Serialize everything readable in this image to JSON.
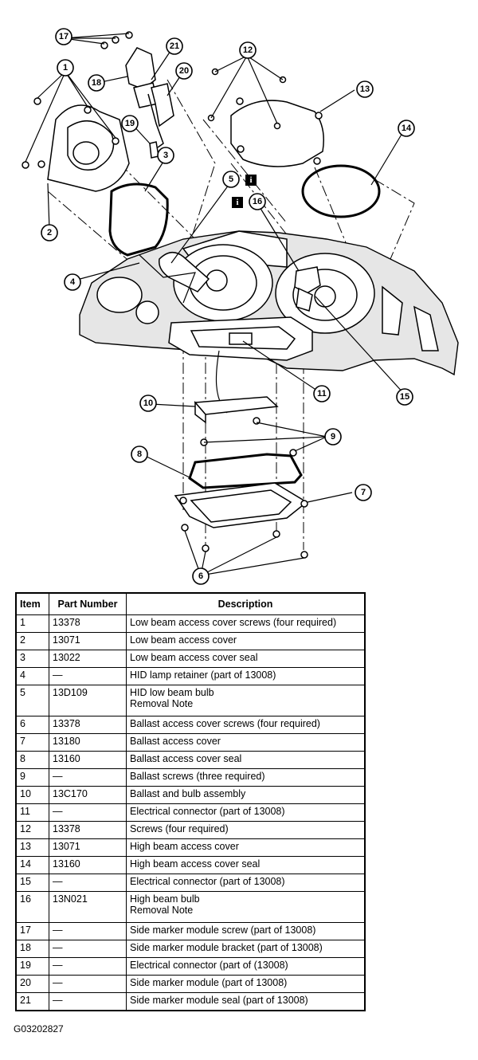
{
  "figure_id": "G03202827",
  "callouts": {
    "n1": "1",
    "n2": "2",
    "n3": "3",
    "n4": "4",
    "n5": "5",
    "n6": "6",
    "n7": "7",
    "n8": "8",
    "n9": "9",
    "n10": "10",
    "n11": "11",
    "n12": "12",
    "n13": "13",
    "n14": "14",
    "n15": "15",
    "n16": "16",
    "n17": "17",
    "n18": "18",
    "n19": "19",
    "n20": "20",
    "n21": "21"
  },
  "info_icon_glyph": "i",
  "table": {
    "headers": {
      "item": "Item",
      "part": "Part Number",
      "desc": "Description"
    },
    "rows": [
      {
        "item": "1",
        "part": "13378",
        "desc": "Low beam access cover screws (four required)",
        "desc2": ""
      },
      {
        "item": "2",
        "part": "13071",
        "desc": "Low beam access cover",
        "desc2": ""
      },
      {
        "item": "3",
        "part": "13022",
        "desc": "Low beam access cover seal",
        "desc2": ""
      },
      {
        "item": "4",
        "part": "—",
        "desc": "HID lamp retainer (part of 13008)",
        "desc2": ""
      },
      {
        "item": "5",
        "part": "13D109",
        "desc": "HID low beam bulb",
        "desc2": "Removal Note"
      },
      {
        "item": "6",
        "part": "13378",
        "desc": "Ballast access cover screws (four required)",
        "desc2": ""
      },
      {
        "item": "7",
        "part": "13180",
        "desc": "Ballast access cover",
        "desc2": ""
      },
      {
        "item": "8",
        "part": "13160",
        "desc": "Ballast access cover seal",
        "desc2": ""
      },
      {
        "item": "9",
        "part": "—",
        "desc": "Ballast screws (three required)",
        "desc2": ""
      },
      {
        "item": "10",
        "part": "13C170",
        "desc": "Ballast and bulb assembly",
        "desc2": ""
      },
      {
        "item": "11",
        "part": "—",
        "desc": "Electrical connector (part of 13008)",
        "desc2": ""
      },
      {
        "item": "12",
        "part": "13378",
        "desc": "Screws (four required)",
        "desc2": ""
      },
      {
        "item": "13",
        "part": "13071",
        "desc": "High beam access cover",
        "desc2": ""
      },
      {
        "item": "14",
        "part": "13160",
        "desc": "High beam access cover seal",
        "desc2": ""
      },
      {
        "item": "15",
        "part": "—",
        "desc": "Electrical connector (part of 13008)",
        "desc2": ""
      },
      {
        "item": "16",
        "part": "13N021",
        "desc": "High beam bulb",
        "desc2": "Removal Note"
      },
      {
        "item": "17",
        "part": "—",
        "desc": "Side marker module screw (part of 13008)",
        "desc2": ""
      },
      {
        "item": "18",
        "part": "—",
        "desc": "Side marker module bracket (part of 13008)",
        "desc2": ""
      },
      {
        "item": "19",
        "part": "—",
        "desc": "Electrical connector (part of (13008)",
        "desc2": ""
      },
      {
        "item": "20",
        "part": "—",
        "desc": "Side marker module (part of 13008)",
        "desc2": ""
      },
      {
        "item": "21",
        "part": "—",
        "desc": "Side marker module seal (part of 13008)",
        "desc2": ""
      }
    ]
  }
}
